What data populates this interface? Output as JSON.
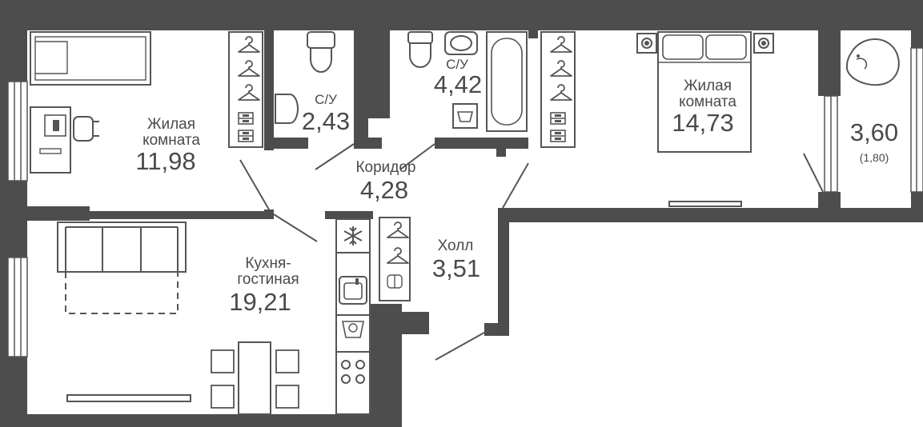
{
  "rooms": {
    "bedroom1": {
      "name_line1": "Жилая",
      "name_line2": "комната",
      "area": "11,98"
    },
    "bathroom1": {
      "name": "С/У",
      "area": "2,43"
    },
    "bathroom2": {
      "name": "С/У",
      "area": "4,42"
    },
    "bedroom2": {
      "name_line1": "Жилая",
      "name_line2": "комната",
      "area": "14,73"
    },
    "balcony": {
      "area": "3,60",
      "area_reduced": "(1,80)"
    },
    "corridor": {
      "name": "Коридор",
      "area": "4,28"
    },
    "kitchen": {
      "name_line1": "Кухня-",
      "name_line2": "гостиная",
      "area": "19,21"
    },
    "hall": {
      "name": "Холл",
      "area": "3,51"
    }
  },
  "icons": [
    "hanger-icon",
    "snowflake-icon",
    "sink-icon",
    "washing-machine-icon",
    "stove-icon",
    "toilet-icon",
    "bathtub-icon",
    "bed-icon",
    "sofa-icon",
    "table-icon",
    "tv-icon",
    "chair-icon"
  ],
  "colors": {
    "wall": "#4d4d4d",
    "line": "#555555",
    "text": "#4a4a4a",
    "background": "#ffffff"
  }
}
